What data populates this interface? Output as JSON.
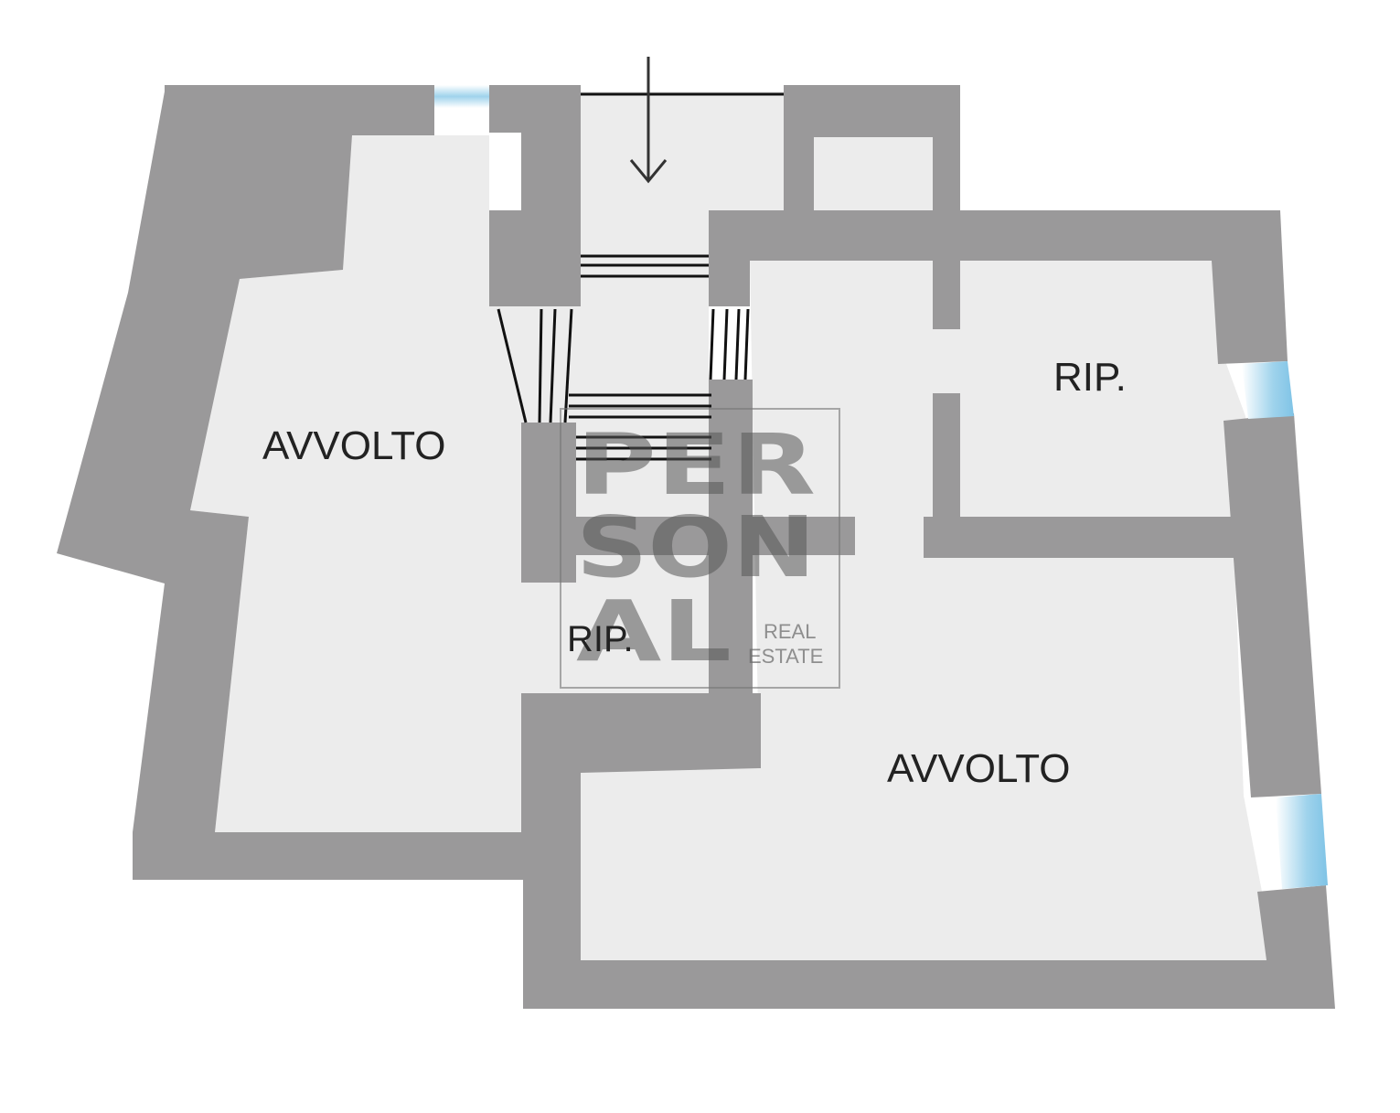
{
  "colors": {
    "wall": "#9a999a",
    "floor": "#ececec",
    "window": "#9fd3ec",
    "stair": "#111111",
    "label": "#222222",
    "watermark": "#555555"
  },
  "rooms": {
    "left_vault": "AVVOLTO",
    "right_vault": "AVVOLTO",
    "storage_right": "RIP.",
    "storage_center": "RIP."
  },
  "watermark": {
    "line1": "PER",
    "line2": "SON",
    "line3": "AL",
    "sub1": "REAL",
    "sub2": "ESTATE"
  },
  "icons": {
    "entry": "down-arrow-icon",
    "stairs": "staircase-icon"
  }
}
